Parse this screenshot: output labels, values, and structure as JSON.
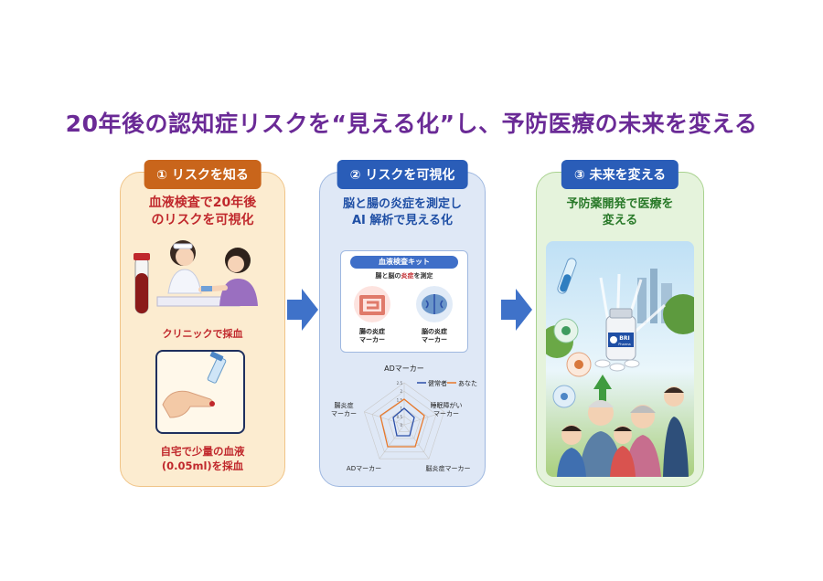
{
  "title": "20年後の認知症リスクを“見える化”し、予防医療の未来を変える",
  "panel1": {
    "badge": "① リスクを知る",
    "headline_line1": "血液検査で20年後",
    "headline_line2": "のリスクを可視化",
    "caption_clinic": "クリニックで採血",
    "caption_home_line1": "自宅で少量の血液",
    "caption_home_line2": "(0.05ml)を採血"
  },
  "panel2": {
    "badge": "② リスクを可視化",
    "headline_line1": "脳と腸の炎症を測定し",
    "headline_line2": "AI 解析で見える化",
    "kit_title": "血液検査キット",
    "kit_sub_a": "腸と脳の",
    "kit_sub_hl": "炎症",
    "kit_sub_b": "を測定",
    "gut_label_line1": "腸の炎症",
    "gut_label_line2": "マーカー",
    "brain_label_line1": "脳の炎症",
    "brain_label_line2": "マーカー",
    "radar": {
      "axis_top": "ADマーカー",
      "axis_right_line1": "睡眠障がい",
      "axis_right_line2": "マーカー",
      "axis_bottom_right": "脳炎症マーカー",
      "axis_bottom_left": "ADマーカー",
      "axis_left_line1": "腸炎症",
      "axis_left_line2": "マーカー",
      "legend_healthy": "健常者",
      "legend_you": "あなた",
      "ticks": [
        "2.5",
        "2",
        "1.5",
        "1",
        "0.5",
        "0"
      ]
    }
  },
  "panel3": {
    "badge": "③ 未来を変える",
    "headline_line1": "予防薬開発で医療を",
    "headline_line2": "変える",
    "bottle_logo": "BRI",
    "bottle_logo_sub": "Pharma"
  },
  "colors": {
    "title": "#6a2a96",
    "badge_orange": "#c9651b",
    "badge_blue": "#2a5db8",
    "arrow": "#3f72c9",
    "radar_healthy": "#2b4fa8",
    "radar_you": "#e8782a"
  }
}
